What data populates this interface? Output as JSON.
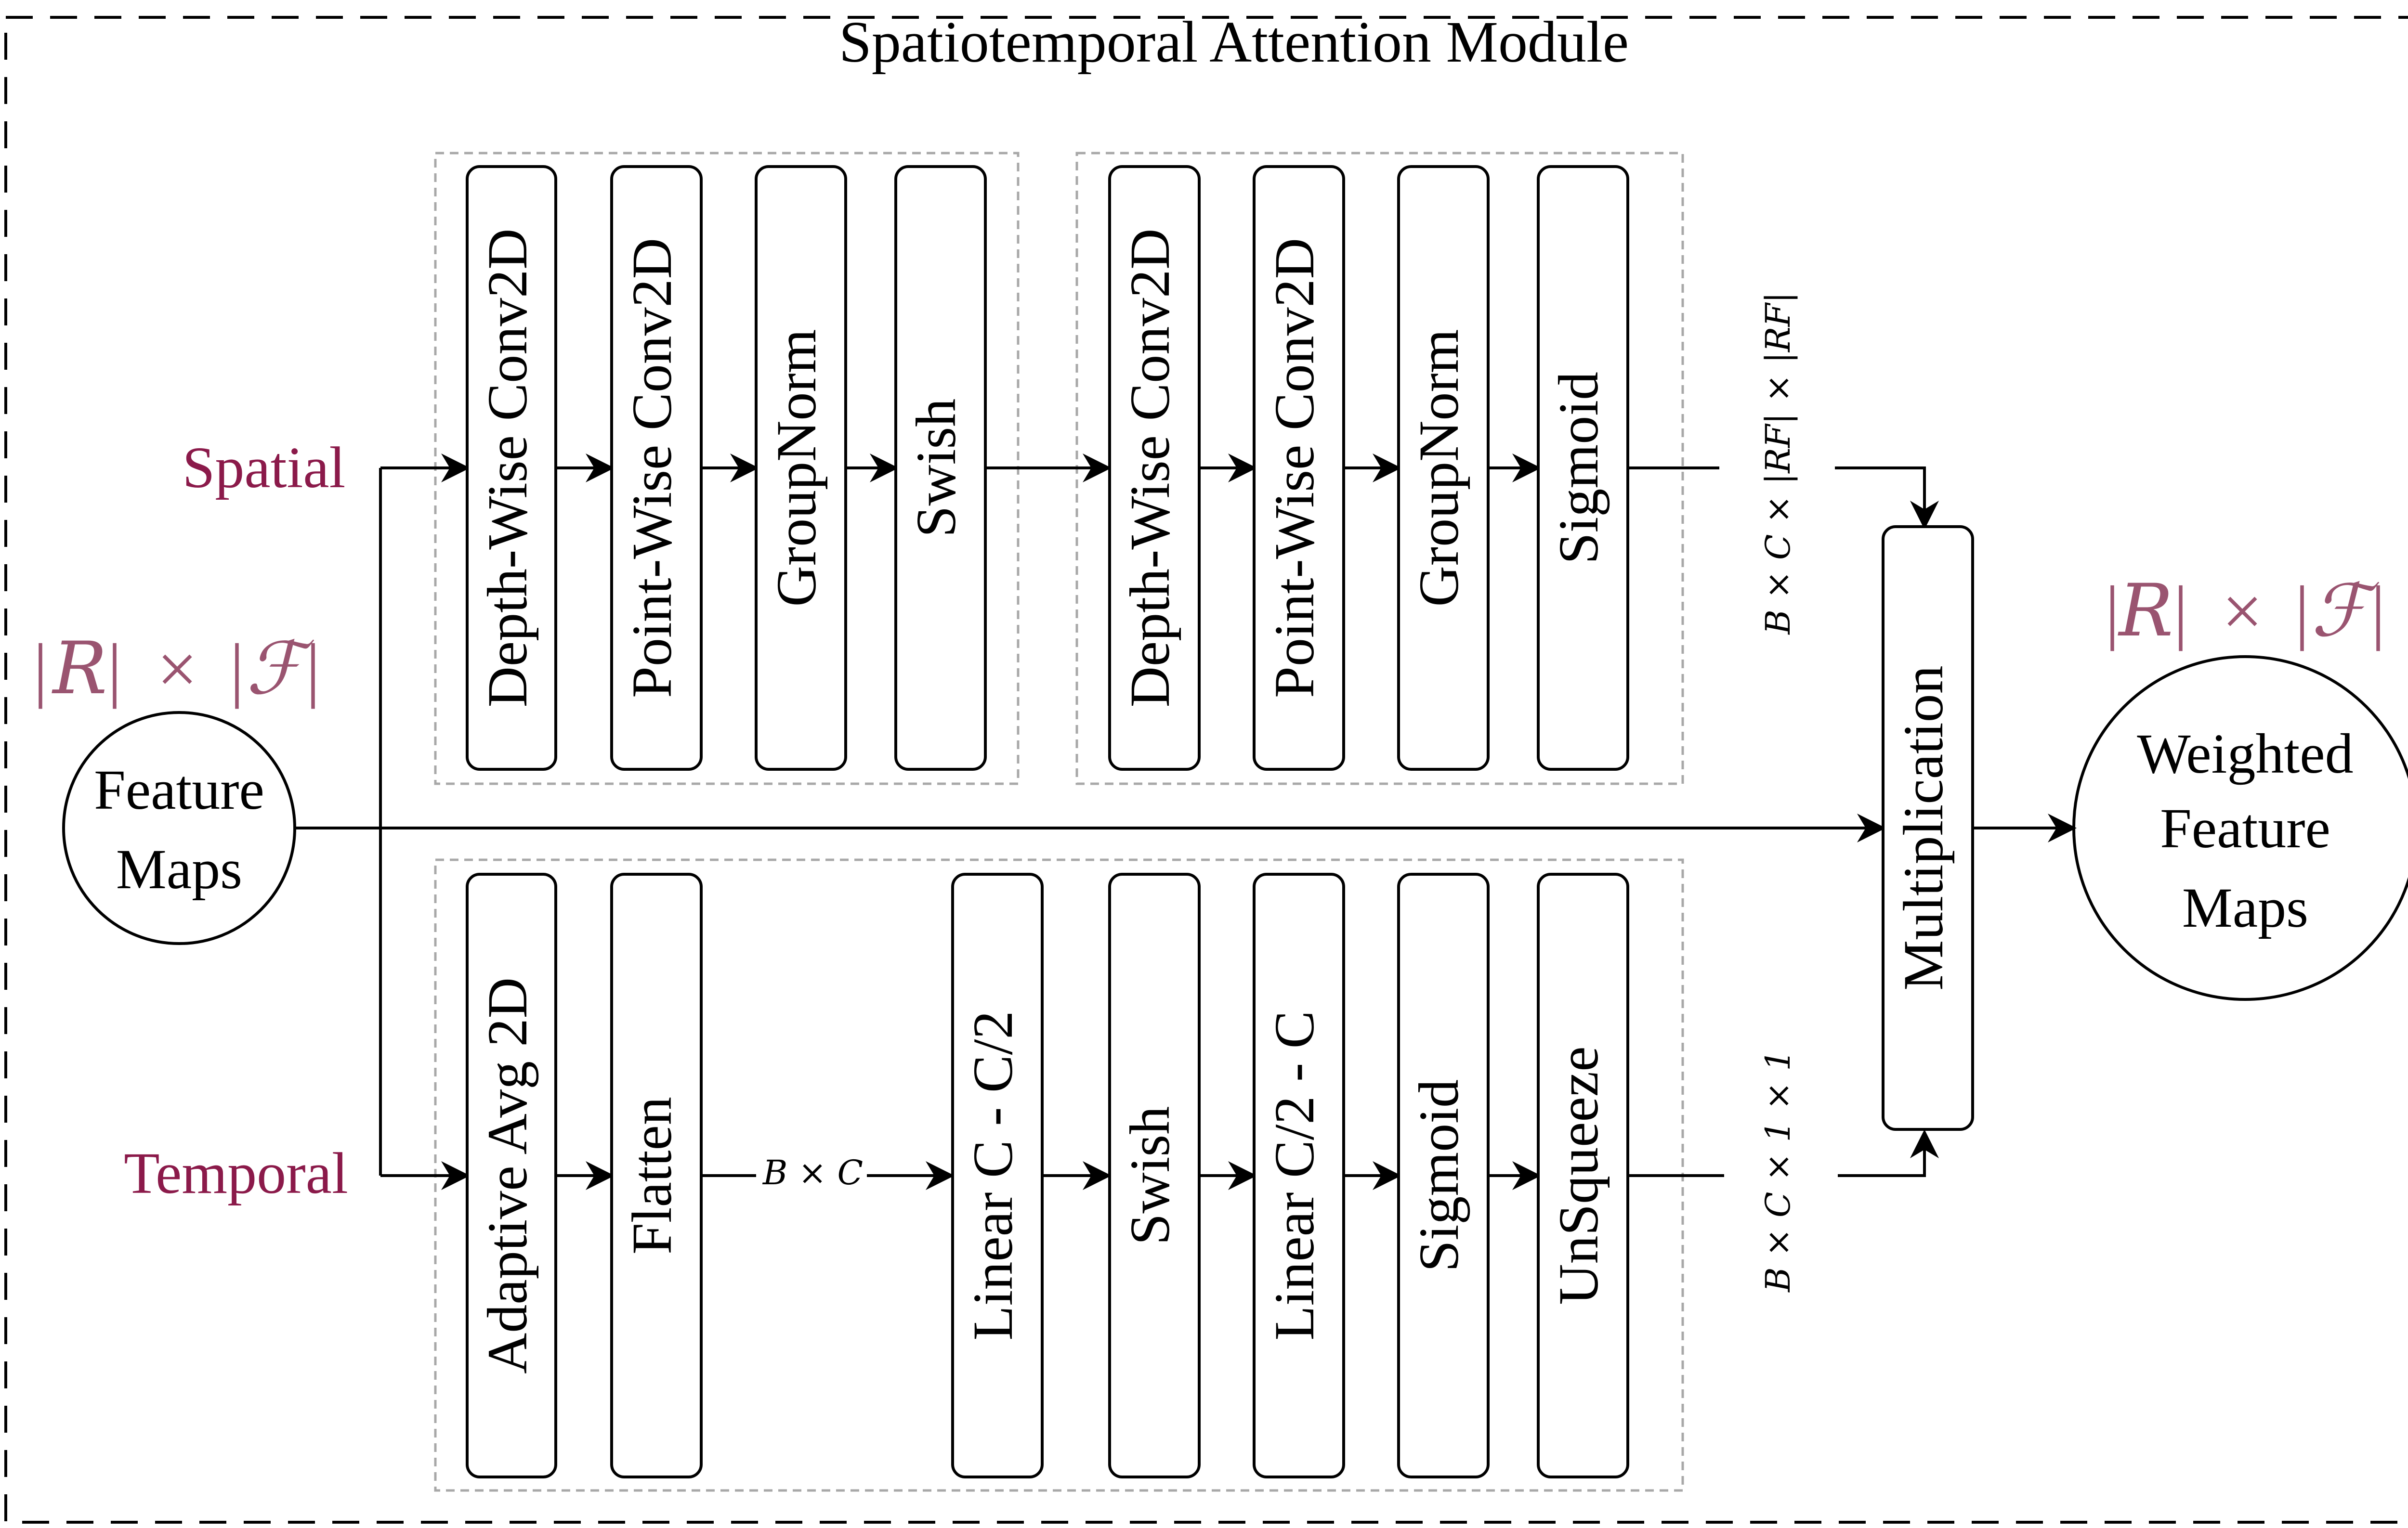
{
  "title": "Spatiotemporal Attention Module",
  "colors": {
    "accent": "#8b1a4a",
    "accent_light": "#9a5470"
  },
  "input": {
    "line1": "Feature",
    "line2": "Maps",
    "dim_R": "R",
    "dim_times": "×",
    "dim_F": "ℱ"
  },
  "output": {
    "line1": "Weighted",
    "line2": "Feature",
    "line3": "Maps",
    "dim_R": "R",
    "dim_times": "×",
    "dim_F": "ℱ"
  },
  "branches": {
    "spatial": "Spatial",
    "temporal": "Temporal"
  },
  "spatial_blocks": [
    "Depth-Wise Conv2D",
    "Point-Wise Conv2D",
    "GroupNorm",
    "Swish",
    "Depth-Wise Conv2D",
    "Point-Wise Conv2D",
    "GroupNorm",
    "Sigmoid"
  ],
  "temporal_blocks": [
    "Adaptive Avg 2D",
    "Flatten",
    "Linear C - C/2",
    "Swish",
    "Linear C/2 - C",
    "Sigmoid",
    "UnSqueeze"
  ],
  "multiplication": "Multiplication",
  "dims": {
    "bc": "B × C",
    "spatial_out": "B × C × |RF| × |RF|",
    "temporal_out": "B × C × 1 × 1"
  }
}
